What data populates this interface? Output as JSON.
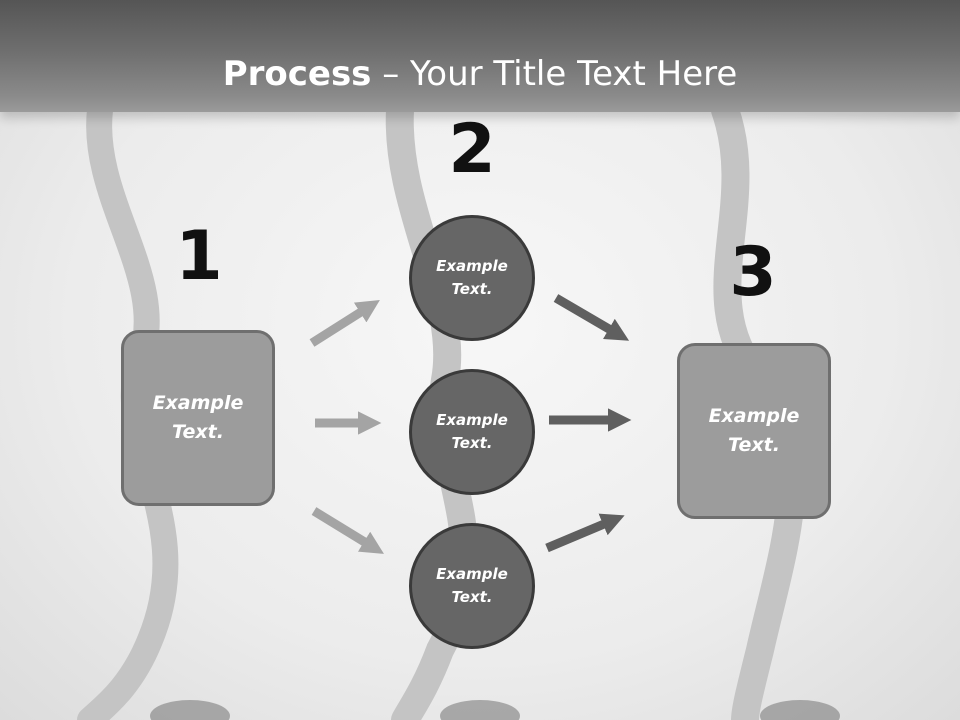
{
  "title": {
    "bold": "Process",
    "rest": " – Your Title Text Here"
  },
  "steps": {
    "one": "1",
    "two": "2",
    "three": "3"
  },
  "left_box": {
    "text": "Example Text."
  },
  "circles": [
    {
      "text": "Example Text."
    },
    {
      "text": "Example Text."
    },
    {
      "text": "Example Text."
    }
  ],
  "right_box": {
    "text": "Example Text."
  },
  "colors": {
    "title_bar": "#6e6e6e",
    "box_fill": "#9c9c9c",
    "circle_fill": "#666666",
    "arrow_light": "#a4a4a4",
    "arrow_dark": "#5f5f5f"
  }
}
